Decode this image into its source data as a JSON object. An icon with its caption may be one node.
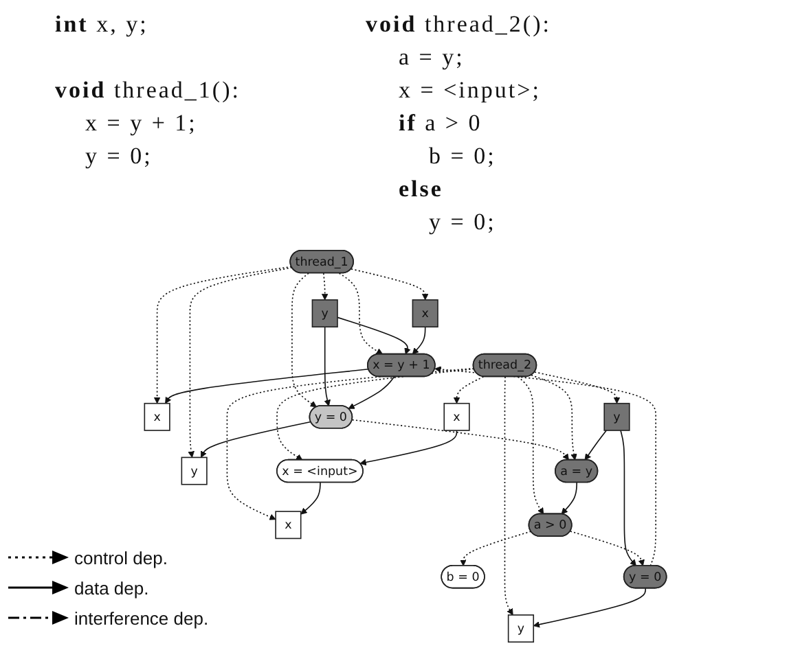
{
  "diagram": {
    "nodes": [
      {
        "text": [
          "thread_1"
        ]
      },
      {
        "text": [
          "x"
        ]
      },
      {
        "text": [
          "y"
        ]
      },
      {
        "text": [
          "x = y + 1"
        ]
      },
      {
        "text": [
          "x"
        ]
      },
      {
        "text": [
          "y"
        ]
      },
      {
        "text": [
          "y = 0"
        ]
      },
      {
        "text": [
          "thread_2"
        ]
      },
      {
        "text": [
          "x"
        ]
      },
      {
        "text": [
          "y"
        ]
      },
      {
        "text": [
          "a = y"
        ]
      },
      {
        "text": [
          "x"
        ]
      },
      {
        "text": [
          "y"
        ]
      },
      {
        "text": [
          "x = <input>"
        ]
      },
      {
        "text": [
          "a > 0"
        ]
      },
      {
        "text": [
          "b = 0"
        ]
      },
      {
        "text": [
          "y = 0"
        ]
      }
    ],
    "edges": [
      {
        "from": 0,
        "to": 1,
        "arrow": "to",
        "style": "dashed"
      },
      {
        "from": 0,
        "to": 2,
        "arrow": "to",
        "style": "dashed"
      },
      {
        "from": 0,
        "to": 3,
        "arrow": "to",
        "style": "dashed"
      },
      {
        "from": 0,
        "to": 6,
        "arrow": "to",
        "style": "dashed"
      },
      {
        "from": 0,
        "to": 4,
        "arrow": "to",
        "style": "dashed"
      },
      {
        "from": 0,
        "to": 5,
        "arrow": "to",
        "style": "dashed"
      },
      {
        "from": 2,
        "to": 3,
        "arrow": "to"
      },
      {
        "from": 1,
        "to": 3,
        "arrow": "to"
      },
      {
        "from": 2,
        "to": 6,
        "arrow": "to"
      },
      {
        "from": 3,
        "to": 6,
        "arrow": "to"
      },
      {
        "from": 3,
        "to": 4,
        "arrow": "to"
      },
      {
        "from": 6,
        "to": 5,
        "arrow": "to"
      },
      {
        "from": 6,
        "to": 10,
        "arrow": "to",
        "style": "dashed"
      },
      {
        "from": 16,
        "to": 3,
        "arrow": "to",
        "style": "dashed"
      },
      {
        "from": 7,
        "to": 8,
        "arrow": "to",
        "style": "dashed"
      },
      {
        "from": 7,
        "to": 9,
        "arrow": "to",
        "style": "dashed"
      },
      {
        "from": 7,
        "to": 10,
        "arrow": "to",
        "style": "dashed"
      },
      {
        "from": 7,
        "to": 11,
        "arrow": "to",
        "style": "dashed"
      },
      {
        "from": 7,
        "to": 12,
        "arrow": "to",
        "style": "dashed"
      },
      {
        "from": 7,
        "to": 13,
        "arrow": "to",
        "style": "dashed"
      },
      {
        "from": 7,
        "to": 14,
        "arrow": "to",
        "style": "dashed"
      },
      {
        "from": 9,
        "to": 10,
        "arrow": "to"
      },
      {
        "from": 8,
        "to": 13,
        "arrow": "to"
      },
      {
        "from": 10,
        "to": 14,
        "arrow": "to"
      },
      {
        "from": 13,
        "to": 11,
        "arrow": "to"
      },
      {
        "from": 9,
        "to": 16,
        "arrow": "to"
      },
      {
        "from": 14,
        "to": 15,
        "arrow": "to",
        "style": "dashed"
      },
      {
        "from": 14,
        "to": 16,
        "arrow": "to",
        "style": "dashed"
      },
      {
        "from": 16,
        "to": 12,
        "arrow": "to"
      }
    ],
    "labels": [
      "**int** x, y;",
      "**void** thread_1():",
      "x = y + 1;",
      "y = 0;",
      "**void** thread_2():",
      "a = y;",
      "x = <input>;",
      "**if** a > 0",
      "b = 0;",
      "**else**",
      "y = 0;"
    ],
    "legend": [
      {
        "text": "control dep."
      },
      {
        "text": "data dep."
      },
      {
        "text": "interference dep."
      }
    ]
  }
}
